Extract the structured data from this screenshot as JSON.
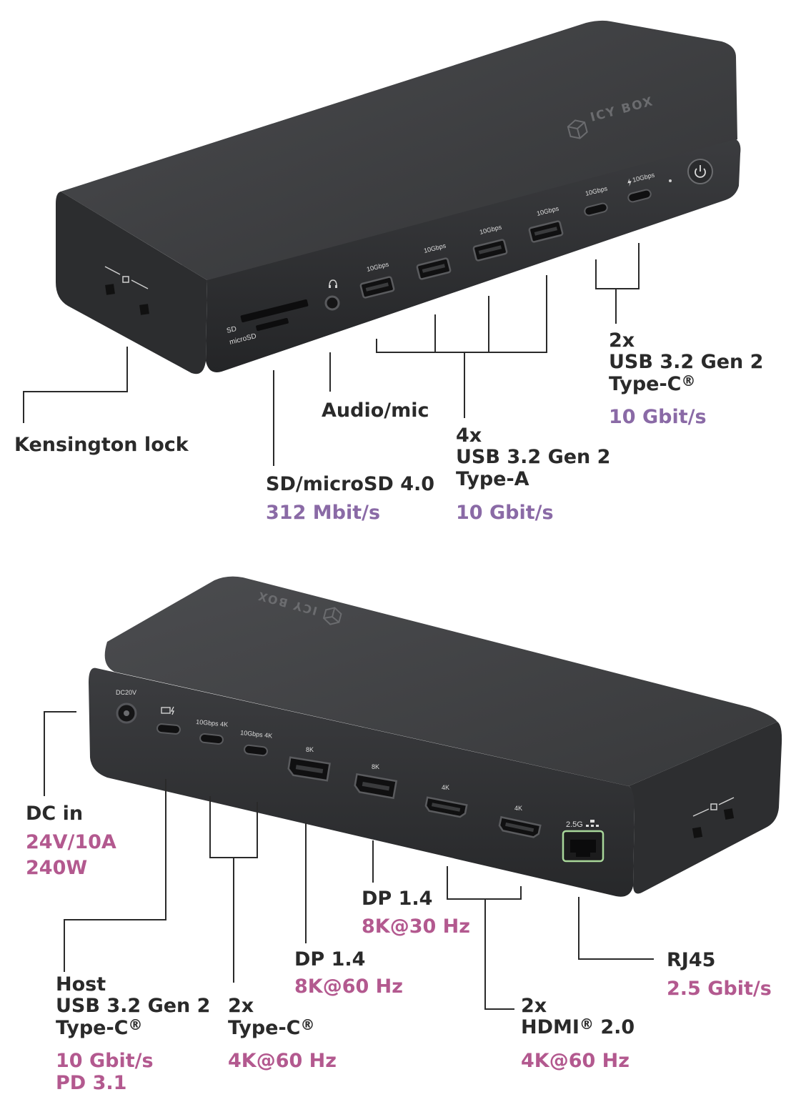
{
  "top_dock": {
    "brand": "ICY BOX",
    "port_labels": {
      "usb_a": [
        "10Gbps",
        "10Gbps",
        "10Gbps",
        "10Gbps"
      ],
      "usb_c_1": "10Gbps",
      "usb_c_2": "10Gbps",
      "sd": "SD",
      "microsd": "microSD"
    },
    "callouts": {
      "kensington": "Kensington lock",
      "audio": "Audio/mic",
      "sd_title": "SD/microSD 4.0",
      "sd_speed": "312 Mbit/s",
      "usba_count": "4x",
      "usba_name": "USB 3.2 Gen 2",
      "usba_type": "Type-A",
      "usba_speed": "10 Gbit/s",
      "usbc_count": "2x",
      "usbc_name": "USB 3.2 Gen 2",
      "usbc_type": "Type-C",
      "usbc_speed": "10 Gbit/s"
    }
  },
  "bottom_dock": {
    "brand": "ICY BOX",
    "port_labels": {
      "dc": "DC20V",
      "typec_1": "10Gbps  4K",
      "typec_2": "10Gbps  4K",
      "dp_1": "8K",
      "dp_2": "8K",
      "hdmi_1": "4K",
      "hdmi_2": "4K",
      "rj45": "2.5G"
    },
    "callouts": {
      "dc_title": "DC in",
      "dc_spec_1": "24V/10A",
      "dc_spec_2": "240W",
      "host_title": "Host",
      "host_name": "USB 3.2 Gen 2",
      "host_type": "Type-C",
      "host_spec_1": "10 Gbit/s",
      "host_spec_2": "PD 3.1",
      "typec_count": "2x",
      "typec_type": "Type-C",
      "typec_spec": "4K@60 Hz",
      "dp1_title": "DP 1.4",
      "dp1_spec": "8K@60 Hz",
      "dp2_title": "DP 1.4",
      "dp2_spec": "8K@30 Hz",
      "hdmi_count": "2x",
      "hdmi_name": "HDMI",
      "hdmi_ver": "2.0",
      "hdmi_spec": "4K@60 Hz",
      "rj45_title": "RJ45",
      "rj45_spec": "2.5 Gbit/s"
    }
  },
  "symbols": {
    "registered": "®"
  },
  "colors": {
    "body": "#3a3b3d",
    "accent_violet": "#8a6aa6",
    "accent_rose": "#b3598f",
    "text": "#2a2a2a"
  },
  "icons": [
    "power-icon",
    "headphone-icon",
    "lock-icon",
    "cube-logo-icon",
    "ethernet-icon",
    "bolt-icon"
  ]
}
